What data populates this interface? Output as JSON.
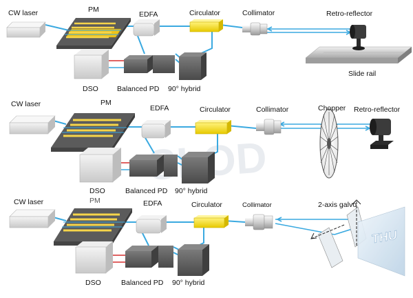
{
  "labels": {
    "cw_laser": "CW laser",
    "pm": "PM",
    "edfa": "EDFA",
    "circulator": "Circulator",
    "collimator": "Collimator",
    "retro_reflector": "Retro-reflector",
    "slide_rail": "Slide rail",
    "chopper": "Chopper",
    "galvo": "2-axis galvo",
    "dso": "DSO",
    "balanced_pd": "Balanced PD",
    "hybrid": "90° hybrid"
  },
  "target_text": "THU",
  "watermark_text": "SLOD",
  "colors": {
    "fiber": "#3aa9e0",
    "beam": "#3aa9e0",
    "circulator": "#f2e23a",
    "pm_chip": "#f0c419",
    "pm_base": "#595959",
    "rf_red": "#d62f2f",
    "dark_box": "#555555",
    "light_box": "#d0d0d0"
  },
  "setups": [
    {
      "id": "slide-rail",
      "target": "retro-reflector on slide rail"
    },
    {
      "id": "chopper",
      "target": "chopper + retro-reflector"
    },
    {
      "id": "galvo",
      "target": "2-axis galvo + THU target"
    }
  ]
}
